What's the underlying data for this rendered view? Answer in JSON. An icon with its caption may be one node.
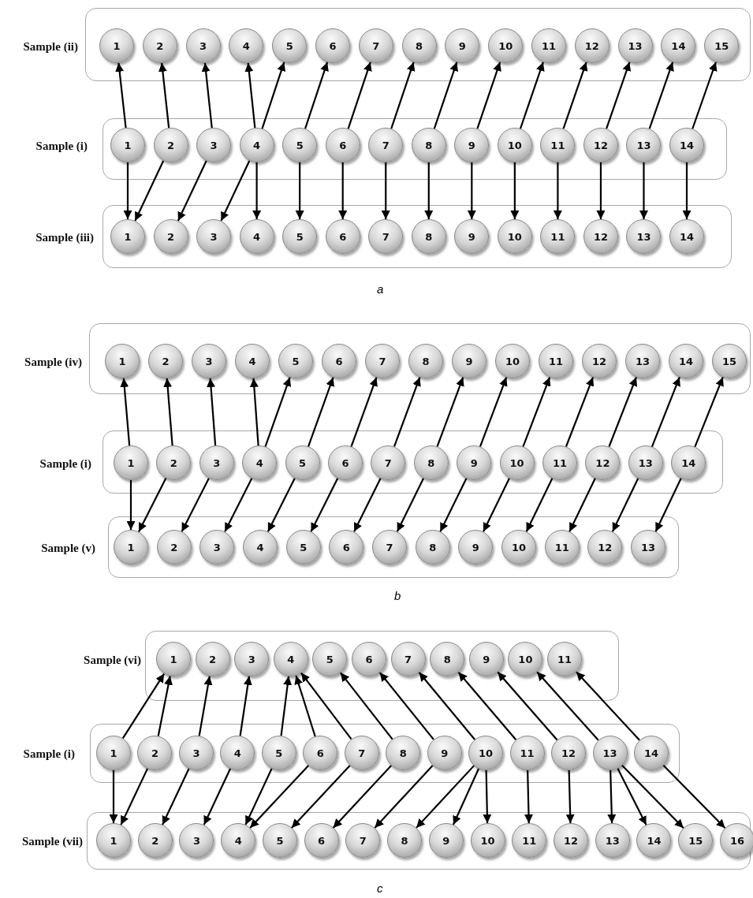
{
  "diagram": {
    "nodes": [
      {
        "text": [
          "Sample (ii)"
        ]
      },
      {
        "text": [
          "1"
        ],
        "in": 0
      },
      {
        "text": [
          "2"
        ],
        "in": 0
      },
      {
        "text": [
          "3"
        ],
        "in": 0
      },
      {
        "text": [
          "4"
        ],
        "in": 0
      },
      {
        "text": [
          "5"
        ],
        "in": 0
      },
      {
        "text": [
          "6"
        ],
        "in": 0
      },
      {
        "text": [
          "7"
        ],
        "in": 0
      },
      {
        "text": [
          "8"
        ],
        "in": 0
      },
      {
        "text": [
          "9"
        ],
        "in": 0
      },
      {
        "text": [
          "10"
        ],
        "in": 0
      },
      {
        "text": [
          "11"
        ],
        "in": 0
      },
      {
        "text": [
          "12"
        ],
        "in": 0
      },
      {
        "text": [
          "13"
        ],
        "in": 0
      },
      {
        "text": [
          "14"
        ],
        "in": 0
      },
      {
        "text": [
          "15"
        ],
        "in": 0
      },
      {
        "text": [
          "Sample (i)"
        ]
      },
      {
        "text": [
          "1"
        ],
        "in": 16
      },
      {
        "text": [
          "2"
        ],
        "in": 16
      },
      {
        "text": [
          "3"
        ],
        "in": 16
      },
      {
        "text": [
          "4"
        ],
        "in": 16
      },
      {
        "text": [
          "5"
        ],
        "in": 16
      },
      {
        "text": [
          "6"
        ],
        "in": 16
      },
      {
        "text": [
          "7"
        ],
        "in": 16
      },
      {
        "text": [
          "8"
        ],
        "in": 16
      },
      {
        "text": [
          "9"
        ],
        "in": 16
      },
      {
        "text": [
          "10"
        ],
        "in": 16
      },
      {
        "text": [
          "11"
        ],
        "in": 16
      },
      {
        "text": [
          "12"
        ],
        "in": 16
      },
      {
        "text": [
          "13"
        ],
        "in": 16
      },
      {
        "text": [
          "14"
        ],
        "in": 16
      },
      {
        "text": [
          "Sample (iii)"
        ]
      },
      {
        "text": [
          "1"
        ],
        "in": 31
      },
      {
        "text": [
          "2"
        ],
        "in": 31
      },
      {
        "text": [
          "3"
        ],
        "in": 31
      },
      {
        "text": [
          "4"
        ],
        "in": 31
      },
      {
        "text": [
          "5"
        ],
        "in": 31
      },
      {
        "text": [
          "6"
        ],
        "in": 31
      },
      {
        "text": [
          "7"
        ],
        "in": 31
      },
      {
        "text": [
          "8"
        ],
        "in": 31
      },
      {
        "text": [
          "9"
        ],
        "in": 31
      },
      {
        "text": [
          "10"
        ],
        "in": 31
      },
      {
        "text": [
          "11"
        ],
        "in": 31
      },
      {
        "text": [
          "12"
        ],
        "in": 31
      },
      {
        "text": [
          "13"
        ],
        "in": 31
      },
      {
        "text": [
          "14"
        ],
        "in": 31
      },
      {
        "text": [
          "Sample (iv)"
        ]
      },
      {
        "text": [
          "1"
        ],
        "in": 46
      },
      {
        "text": [
          "2"
        ],
        "in": 46
      },
      {
        "text": [
          "3"
        ],
        "in": 46
      },
      {
        "text": [
          "4"
        ],
        "in": 46
      },
      {
        "text": [
          "5"
        ],
        "in": 46
      },
      {
        "text": [
          "6"
        ],
        "in": 46
      },
      {
        "text": [
          "7"
        ],
        "in": 46
      },
      {
        "text": [
          "8"
        ],
        "in": 46
      },
      {
        "text": [
          "9"
        ],
        "in": 46
      },
      {
        "text": [
          "10"
        ],
        "in": 46
      },
      {
        "text": [
          "11"
        ],
        "in": 46
      },
      {
        "text": [
          "12"
        ],
        "in": 46
      },
      {
        "text": [
          "13"
        ],
        "in": 46
      },
      {
        "text": [
          "14"
        ],
        "in": 46
      },
      {
        "text": [
          "15"
        ],
        "in": 46
      },
      {
        "text": [
          "Sample (i)"
        ]
      },
      {
        "text": [
          "1"
        ],
        "in": 62
      },
      {
        "text": [
          "2"
        ],
        "in": 62
      },
      {
        "text": [
          "3"
        ],
        "in": 62
      },
      {
        "text": [
          "4"
        ],
        "in": 62
      },
      {
        "text": [
          "5"
        ],
        "in": 62
      },
      {
        "text": [
          "6"
        ],
        "in": 62
      },
      {
        "text": [
          "7"
        ],
        "in": 62
      },
      {
        "text": [
          "8"
        ],
        "in": 62
      },
      {
        "text": [
          "9"
        ],
        "in": 62
      },
      {
        "text": [
          "10"
        ],
        "in": 62
      },
      {
        "text": [
          "11"
        ],
        "in": 62
      },
      {
        "text": [
          "12"
        ],
        "in": 62
      },
      {
        "text": [
          "13"
        ],
        "in": 62
      },
      {
        "text": [
          "14"
        ],
        "in": 62
      },
      {
        "text": [
          "Sample (v)"
        ]
      },
      {
        "text": [
          "1"
        ],
        "in": 77
      },
      {
        "text": [
          "2"
        ],
        "in": 77
      },
      {
        "text": [
          "3"
        ],
        "in": 77
      },
      {
        "text": [
          "4"
        ],
        "in": 77
      },
      {
        "text": [
          "5"
        ],
        "in": 77
      },
      {
        "text": [
          "6"
        ],
        "in": 77
      },
      {
        "text": [
          "7"
        ],
        "in": 77
      },
      {
        "text": [
          "8"
        ],
        "in": 77
      },
      {
        "text": [
          "9"
        ],
        "in": 77
      },
      {
        "text": [
          "10"
        ],
        "in": 77
      },
      {
        "text": [
          "11"
        ],
        "in": 77
      },
      {
        "text": [
          "12"
        ],
        "in": 77
      },
      {
        "text": [
          "13"
        ],
        "in": 77
      },
      {
        "text": [
          "Sample (vi)"
        ]
      },
      {
        "text": [
          "1"
        ],
        "in": 91
      },
      {
        "text": [
          "2"
        ],
        "in": 91
      },
      {
        "text": [
          "3"
        ],
        "in": 91
      },
      {
        "text": [
          "4"
        ],
        "in": 91
      },
      {
        "text": [
          "5"
        ],
        "in": 91
      },
      {
        "text": [
          "6"
        ],
        "in": 91
      },
      {
        "text": [
          "7"
        ],
        "in": 91
      },
      {
        "text": [
          "8"
        ],
        "in": 91
      },
      {
        "text": [
          "9"
        ],
        "in": 91
      },
      {
        "text": [
          "10"
        ],
        "in": 91
      },
      {
        "text": [
          "11"
        ],
        "in": 91
      },
      {
        "text": [
          "Sample (i)"
        ]
      },
      {
        "text": [
          "1"
        ],
        "in": 103
      },
      {
        "text": [
          "2"
        ],
        "in": 103
      },
      {
        "text": [
          "3"
        ],
        "in": 103
      },
      {
        "text": [
          "4"
        ],
        "in": 103
      },
      {
        "text": [
          "5"
        ],
        "in": 103
      },
      {
        "text": [
          "6"
        ],
        "in": 103
      },
      {
        "text": [
          "7"
        ],
        "in": 103
      },
      {
        "text": [
          "8"
        ],
        "in": 103
      },
      {
        "text": [
          "9"
        ],
        "in": 103
      },
      {
        "text": [
          "10"
        ],
        "in": 103
      },
      {
        "text": [
          "11"
        ],
        "in": 103
      },
      {
        "text": [
          "12"
        ],
        "in": 103
      },
      {
        "text": [
          "13"
        ],
        "in": 103
      },
      {
        "text": [
          "14"
        ],
        "in": 103
      },
      {
        "text": [
          "Sample (vii)"
        ]
      },
      {
        "text": [
          "1"
        ],
        "in": 118
      },
      {
        "text": [
          "2"
        ],
        "in": 118
      },
      {
        "text": [
          "3"
        ],
        "in": 118
      },
      {
        "text": [
          "4"
        ],
        "in": 118
      },
      {
        "text": [
          "5"
        ],
        "in": 118
      },
      {
        "text": [
          "6"
        ],
        "in": 118
      },
      {
        "text": [
          "7"
        ],
        "in": 118
      },
      {
        "text": [
          "8"
        ],
        "in": 118
      },
      {
        "text": [
          "9"
        ],
        "in": 118
      },
      {
        "text": [
          "10"
        ],
        "in": 118
      },
      {
        "text": [
          "11"
        ],
        "in": 118
      },
      {
        "text": [
          "12"
        ],
        "in": 118
      },
      {
        "text": [
          "13"
        ],
        "in": 118
      },
      {
        "text": [
          "14"
        ],
        "in": 118
      },
      {
        "text": [
          "15"
        ],
        "in": 118
      },
      {
        "text": [
          "16"
        ],
        "in": 118
      }
    ],
    "edges": [
      {
        "from": 17,
        "to": 1,
        "arrow": "to"
      },
      {
        "from": 18,
        "to": 2,
        "arrow": "to"
      },
      {
        "from": 19,
        "to": 3,
        "arrow": "to"
      },
      {
        "from": 20,
        "to": 4,
        "arrow": "to"
      },
      {
        "from": 20,
        "to": 5,
        "arrow": "to"
      },
      {
        "from": 21,
        "to": 6,
        "arrow": "to"
      },
      {
        "from": 22,
        "to": 7,
        "arrow": "to"
      },
      {
        "from": 23,
        "to": 8,
        "arrow": "to"
      },
      {
        "from": 24,
        "to": 9,
        "arrow": "to"
      },
      {
        "from": 25,
        "to": 10,
        "arrow": "to"
      },
      {
        "from": 26,
        "to": 11,
        "arrow": "to"
      },
      {
        "from": 27,
        "to": 12,
        "arrow": "to"
      },
      {
        "from": 28,
        "to": 13,
        "arrow": "to"
      },
      {
        "from": 29,
        "to": 14,
        "arrow": "to"
      },
      {
        "from": 30,
        "to": 15,
        "arrow": "to"
      },
      {
        "from": 17,
        "to": 32,
        "arrow": "to"
      },
      {
        "from": 18,
        "to": 32,
        "arrow": "to"
      },
      {
        "from": 19,
        "to": 33,
        "arrow": "to"
      },
      {
        "from": 20,
        "to": 34,
        "arrow": "to"
      },
      {
        "from": 20,
        "to": 35,
        "arrow": "to"
      },
      {
        "from": 21,
        "to": 36,
        "arrow": "to"
      },
      {
        "from": 22,
        "to": 37,
        "arrow": "to"
      },
      {
        "from": 23,
        "to": 38,
        "arrow": "to"
      },
      {
        "from": 24,
        "to": 39,
        "arrow": "to"
      },
      {
        "from": 25,
        "to": 40,
        "arrow": "to"
      },
      {
        "from": 26,
        "to": 41,
        "arrow": "to"
      },
      {
        "from": 27,
        "to": 42,
        "arrow": "to"
      },
      {
        "from": 28,
        "to": 43,
        "arrow": "to"
      },
      {
        "from": 29,
        "to": 44,
        "arrow": "to"
      },
      {
        "from": 30,
        "to": 45,
        "arrow": "to"
      },
      {
        "from": 63,
        "to": 47,
        "arrow": "to"
      },
      {
        "from": 64,
        "to": 48,
        "arrow": "to"
      },
      {
        "from": 65,
        "to": 49,
        "arrow": "to"
      },
      {
        "from": 66,
        "to": 50,
        "arrow": "to"
      },
      {
        "from": 66,
        "to": 51,
        "arrow": "to"
      },
      {
        "from": 67,
        "to": 52,
        "arrow": "to"
      },
      {
        "from": 68,
        "to": 53,
        "arrow": "to"
      },
      {
        "from": 69,
        "to": 54,
        "arrow": "to"
      },
      {
        "from": 70,
        "to": 55,
        "arrow": "to"
      },
      {
        "from": 71,
        "to": 56,
        "arrow": "to"
      },
      {
        "from": 72,
        "to": 57,
        "arrow": "to"
      },
      {
        "from": 73,
        "to": 58,
        "arrow": "to"
      },
      {
        "from": 74,
        "to": 59,
        "arrow": "to"
      },
      {
        "from": 75,
        "to": 60,
        "arrow": "to"
      },
      {
        "from": 76,
        "to": 61,
        "arrow": "to"
      },
      {
        "from": 63,
        "to": 78,
        "arrow": "to"
      },
      {
        "from": 64,
        "to": 78,
        "arrow": "to"
      },
      {
        "from": 65,
        "to": 79,
        "arrow": "to"
      },
      {
        "from": 66,
        "to": 80,
        "arrow": "to"
      },
      {
        "from": 67,
        "to": 81,
        "arrow": "to"
      },
      {
        "from": 68,
        "to": 82,
        "arrow": "to"
      },
      {
        "from": 69,
        "to": 83,
        "arrow": "to"
      },
      {
        "from": 70,
        "to": 84,
        "arrow": "to"
      },
      {
        "from": 71,
        "to": 85,
        "arrow": "to"
      },
      {
        "from": 72,
        "to": 86,
        "arrow": "to"
      },
      {
        "from": 73,
        "to": 87,
        "arrow": "to"
      },
      {
        "from": 74,
        "to": 88,
        "arrow": "to"
      },
      {
        "from": 75,
        "to": 89,
        "arrow": "to"
      },
      {
        "from": 76,
        "to": 90,
        "arrow": "to"
      },
      {
        "from": 104,
        "to": 92,
        "arrow": "to"
      },
      {
        "from": 105,
        "to": 92,
        "arrow": "to"
      },
      {
        "from": 106,
        "to": 93,
        "arrow": "to"
      },
      {
        "from": 107,
        "to": 94,
        "arrow": "to"
      },
      {
        "from": 108,
        "to": 95,
        "arrow": "to"
      },
      {
        "from": 109,
        "to": 95,
        "arrow": "to"
      },
      {
        "from": 110,
        "to": 95,
        "arrow": "to"
      },
      {
        "from": 111,
        "to": 96,
        "arrow": "to"
      },
      {
        "from": 112,
        "to": 97,
        "arrow": "to"
      },
      {
        "from": 113,
        "to": 98,
        "arrow": "to"
      },
      {
        "from": 114,
        "to": 99,
        "arrow": "to"
      },
      {
        "from": 115,
        "to": 100,
        "arrow": "to"
      },
      {
        "from": 116,
        "to": 101,
        "arrow": "to"
      },
      {
        "from": 117,
        "to": 102,
        "arrow": "to"
      },
      {
        "from": 104,
        "to": 119,
        "arrow": "to"
      },
      {
        "from": 105,
        "to": 119,
        "arrow": "to"
      },
      {
        "from": 106,
        "to": 120,
        "arrow": "to"
      },
      {
        "from": 107,
        "to": 121,
        "arrow": "to"
      },
      {
        "from": 108,
        "to": 122,
        "arrow": "to"
      },
      {
        "from": 109,
        "to": 122,
        "arrow": "to"
      },
      {
        "from": 110,
        "to": 123,
        "arrow": "to"
      },
      {
        "from": 111,
        "to": 124,
        "arrow": "to"
      },
      {
        "from": 112,
        "to": 125,
        "arrow": "to"
      },
      {
        "from": 113,
        "to": 126,
        "arrow": "to"
      },
      {
        "from": 113,
        "to": 127,
        "arrow": "to"
      },
      {
        "from": 113,
        "to": 128,
        "arrow": "to"
      },
      {
        "from": 114,
        "to": 129,
        "arrow": "to"
      },
      {
        "from": 115,
        "to": 130,
        "arrow": "to"
      },
      {
        "from": 116,
        "to": 131,
        "arrow": "to"
      },
      {
        "from": 116,
        "to": 132,
        "arrow": "to"
      },
      {
        "from": 116,
        "to": 133,
        "arrow": "to"
      },
      {
        "from": 117,
        "to": 134,
        "arrow": "to"
      }
    ],
    "labels": [
      "a",
      "b",
      "c"
    ]
  }
}
